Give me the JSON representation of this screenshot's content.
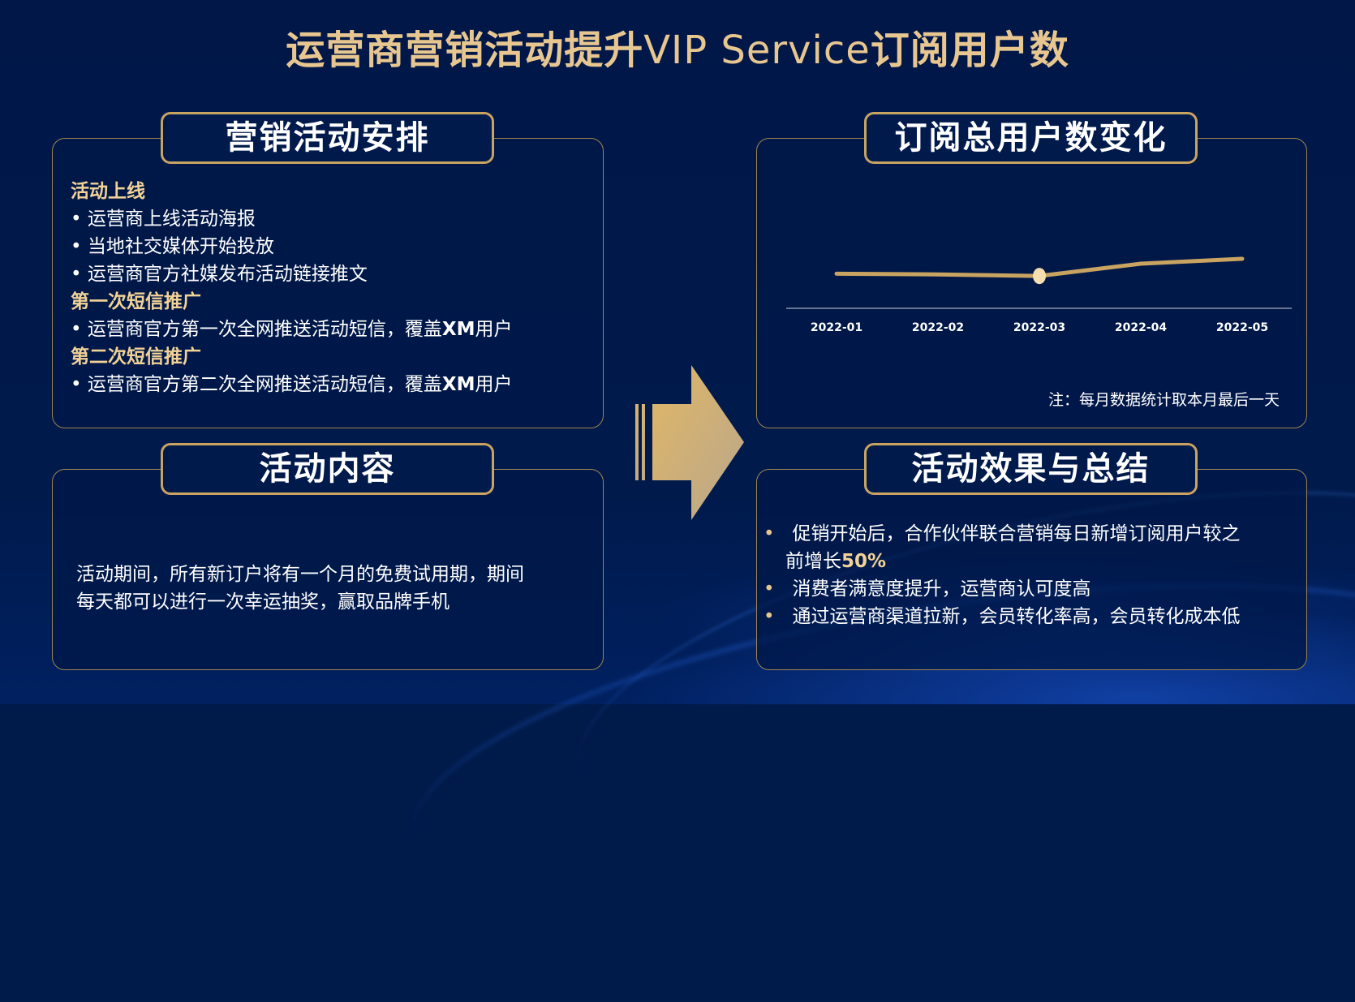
{
  "title": {
    "part1": "运营商营销活动提升",
    "part2": "VIP Service",
    "part3": "订阅用户数"
  },
  "schedule": {
    "tab": "营销活动安排",
    "sections": [
      {
        "heading": "活动上线",
        "items": [
          "运营商上线活动海报",
          "当地社交媒体开始投放",
          "运营商官方社媒发布活动链接推文"
        ]
      },
      {
        "heading": "第一次短信推广",
        "items": [
          {
            "pre": "运营商官方第一次全网推送活动短信，覆盖",
            "bold": "XM",
            "post": "用户"
          }
        ]
      },
      {
        "heading": "第二次短信推广",
        "items": [
          {
            "pre": "运营商官方第二次全网推送活动短信，覆盖",
            "bold": "XM",
            "post": "用户"
          }
        ]
      }
    ]
  },
  "content": {
    "tab": "活动内容",
    "lines": [
      "活动期间，所有新订户将有一个月的免费试用期，期间",
      "每天都可以进行一次幸运抽奖，赢取品牌手机"
    ]
  },
  "chart": {
    "tab": "订阅总用户数变化",
    "note": "注：每月数据统计取本月最后一天"
  },
  "chart_data": {
    "type": "line",
    "categories": [
      "2022-01",
      "2022-02",
      "2022-03",
      "2022-04",
      "2022-05"
    ],
    "values": [
      155,
      152,
      145,
      200,
      222
    ],
    "ylim": [
      0,
      300
    ],
    "grid": false,
    "highlight_index": 2,
    "line_color": "#c9a461",
    "marker_color": "#f5deb0"
  },
  "results": {
    "tab": "活动效果与总结",
    "items": [
      {
        "text": "促销开始后，合作伙伴联合营销每日新增订阅用户较之",
        "cont": "前增长",
        "highlight": "50%"
      },
      {
        "text": "消费者满意度提升，运营商认可度高"
      },
      {
        "text": "通过运营商渠道拉新，会员转化率高，会员转化成本低"
      }
    ]
  },
  "colors": {
    "background": "#001a4a",
    "gold": "#c9a461",
    "heading": "#f2d296"
  }
}
